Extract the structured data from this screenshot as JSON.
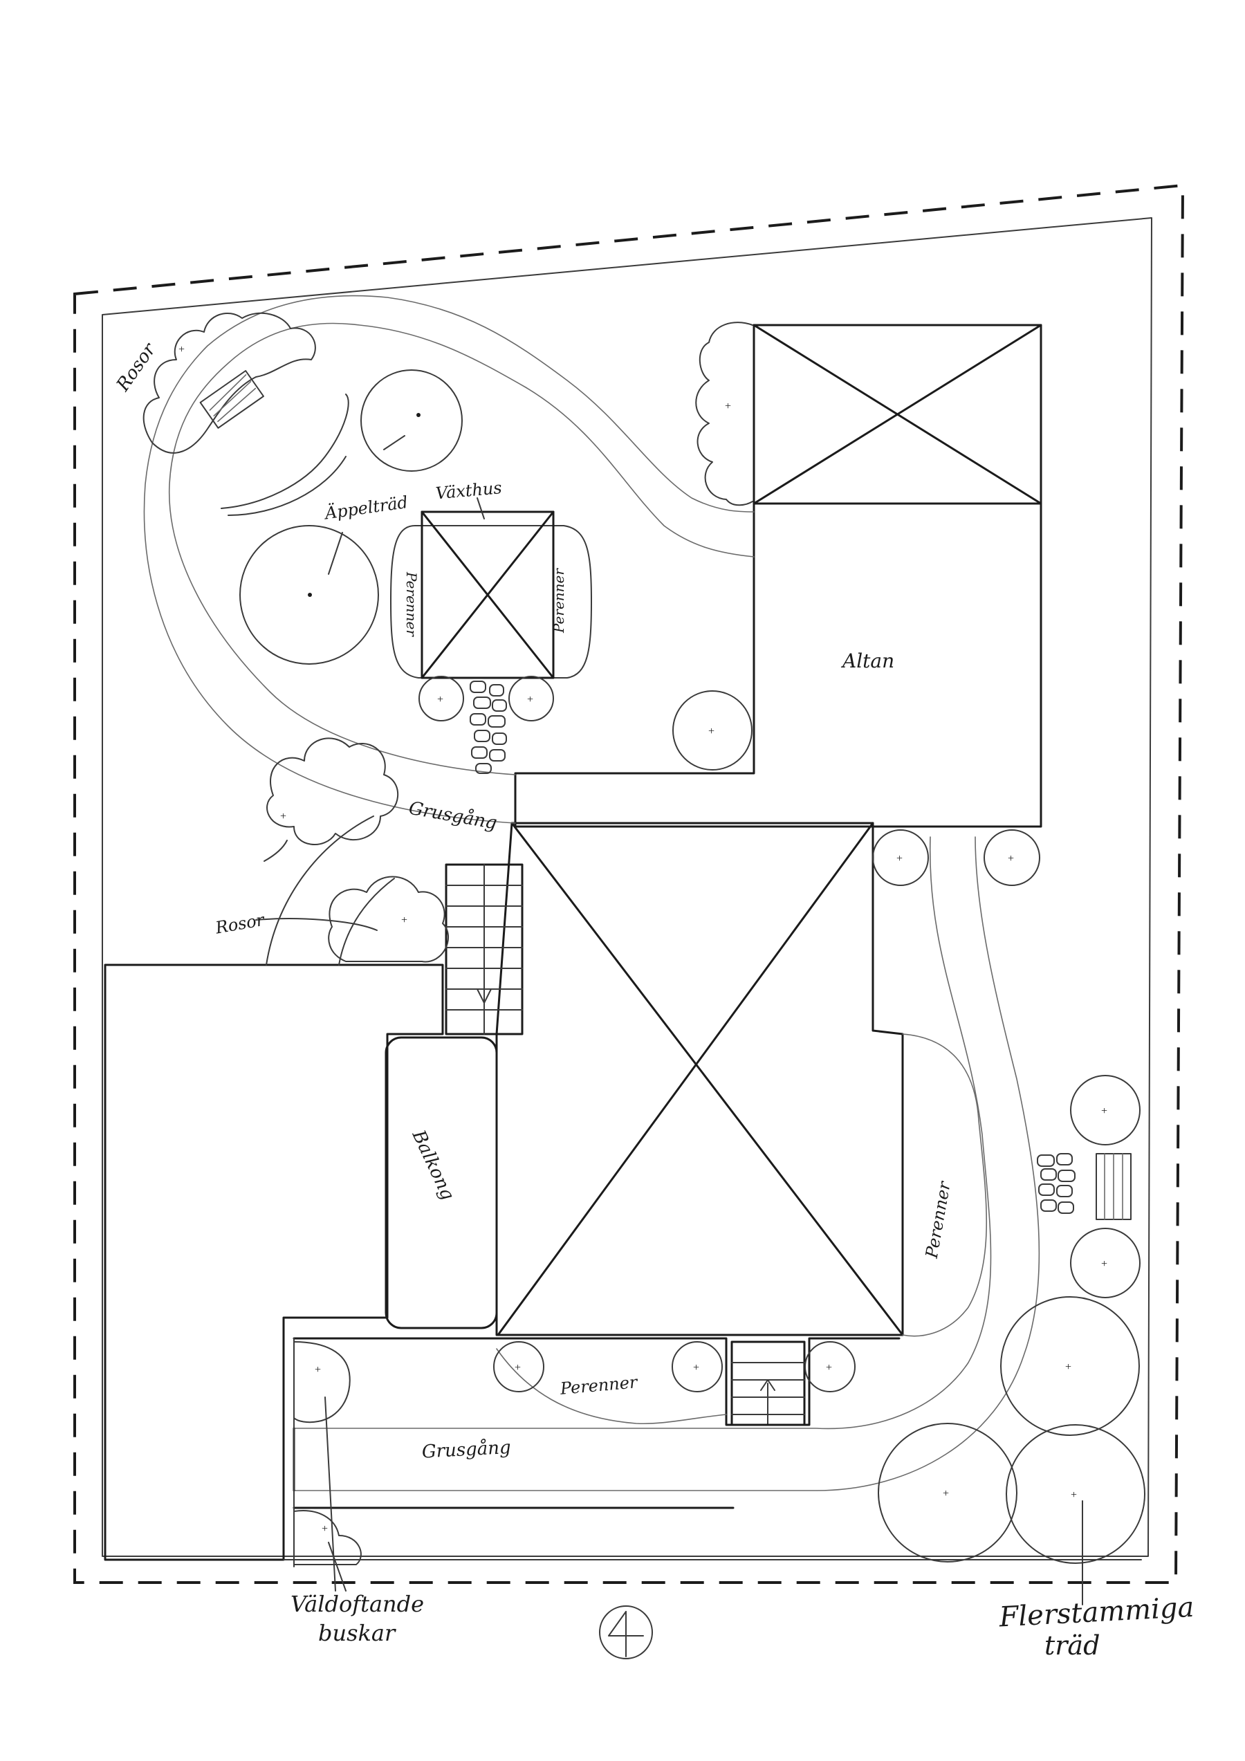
{
  "labels": {
    "rosor_top": "Rosor",
    "appeltrad": "Äppelträd",
    "vaxthus": "Växthus",
    "perenner_vaxthus_left": "Perenner",
    "perenner_vaxthus_right": "Perenner",
    "altan": "Altan",
    "grusgang_upper": "Grusgång",
    "rosor_mid": "Rosor",
    "balkong": "Balkong",
    "perenner_east": "Perenner",
    "perenner_south": "Perenner",
    "grusgang_lower": "Grusgång",
    "valdoftande_line1": "Väldoftande",
    "valdoftande_line2": "buskar",
    "flerstammiga_line1": "Flerstammiga",
    "flerstammiga_line2": "träd"
  },
  "colors": {
    "ink": "#1b1b1b",
    "paper": "#ffffff"
  },
  "icons": {
    "north": "north-arrow-icon"
  }
}
